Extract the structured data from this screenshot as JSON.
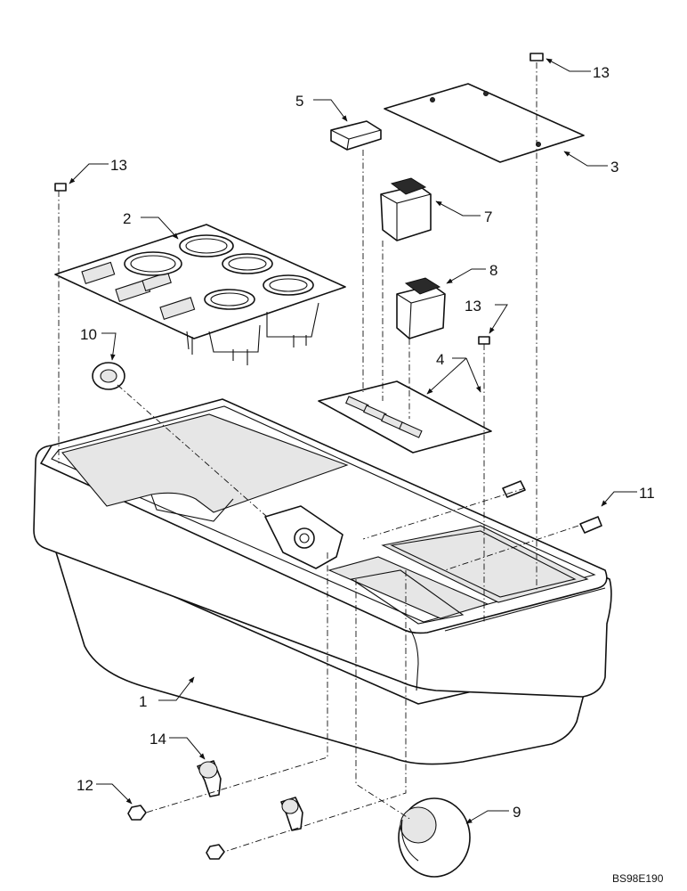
{
  "diagram_code": "BS98E190",
  "callouts": [
    {
      "id": "c1",
      "label": "1"
    },
    {
      "id": "c2",
      "label": "2"
    },
    {
      "id": "c3",
      "label": "3"
    },
    {
      "id": "c4",
      "label": "4"
    },
    {
      "id": "c5",
      "label": "5"
    },
    {
      "id": "c7",
      "label": "7"
    },
    {
      "id": "c8",
      "label": "8"
    },
    {
      "id": "c9",
      "label": "9"
    },
    {
      "id": "c10",
      "label": "10"
    },
    {
      "id": "c11",
      "label": "11"
    },
    {
      "id": "c12",
      "label": "12"
    },
    {
      "id": "c13a",
      "label": "13"
    },
    {
      "id": "c13b",
      "label": "13"
    },
    {
      "id": "c13c",
      "label": "13"
    },
    {
      "id": "c14",
      "label": "14"
    }
  ]
}
